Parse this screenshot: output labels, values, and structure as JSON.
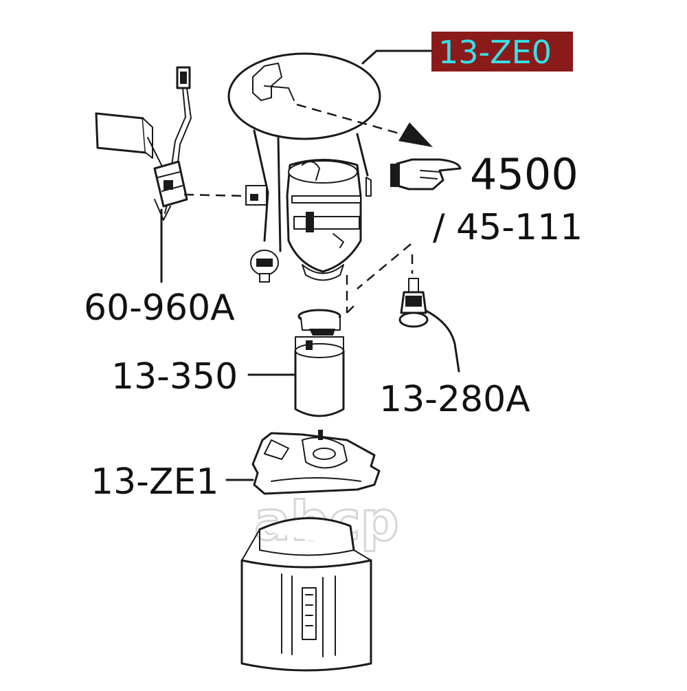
{
  "labels": {
    "main_assembly": "13-ZE0",
    "float_sender": "60-960A",
    "ref_primary": "4500",
    "ref_secondary": "/ 45-111",
    "fuel_pump": "13-350",
    "regulator": "13-280A",
    "filter_bracket": "13-ZE1"
  },
  "watermark": "abcp",
  "colors": {
    "highlight_bg": "#8b1a1a",
    "highlight_text": "#36e0e8",
    "line": "#1a1a1a",
    "watermark": "#d6d6d6"
  }
}
